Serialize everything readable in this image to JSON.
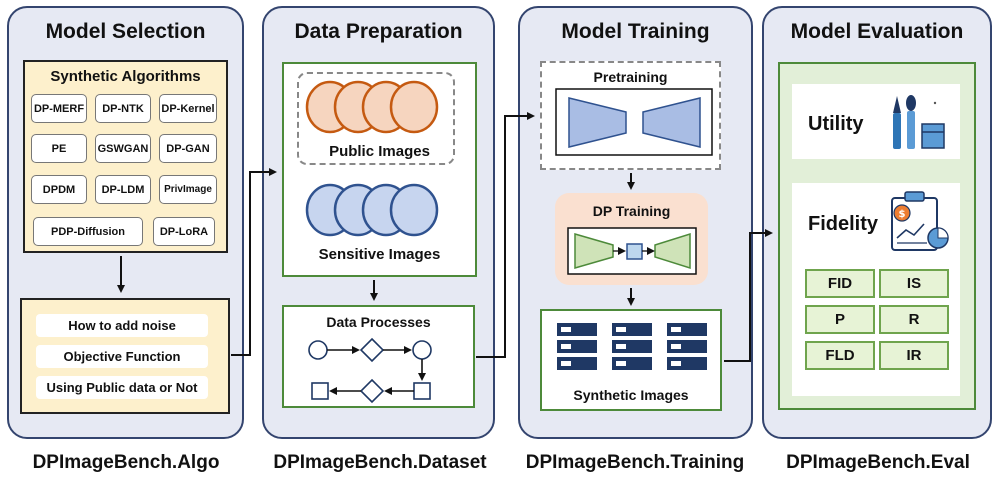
{
  "model_selection": {
    "title": "Model Selection",
    "algorithms_title": "Synthetic Algorithms",
    "algorithms": [
      "DP-MERF",
      "DP-NTK",
      "DP-Kernel",
      "PE",
      "GSWGAN",
      "DP-GAN",
      "DPDM",
      "DP-LDM",
      "PrivImage",
      "PDP-Diffusion",
      "DP-LoRA"
    ],
    "options": [
      "How to add noise",
      "Objective Function",
      "Using Public data or Not"
    ],
    "caption": "DPImageBench.Algo"
  },
  "data_preparation": {
    "title": "Data Preparation",
    "public_label": "Public Images",
    "sensitive_label": "Sensitive Images",
    "processes_title": "Data Processes",
    "caption": "DPImageBench.Dataset"
  },
  "model_training": {
    "title": "Model Training",
    "pretraining_label": "Pretraining",
    "dp_training_label": "DP Training",
    "synthetic_label": "Synthetic Images",
    "caption": "DPImageBench.Training"
  },
  "model_evaluation": {
    "title": "Model Evaluation",
    "utility_label": "Utility",
    "fidelity_label": "Fidelity",
    "metrics": [
      "FID",
      "IS",
      "P",
      "R",
      "FLD",
      "IR"
    ],
    "caption": "DPImageBench.Eval"
  },
  "colors": {
    "panel_bg": "#e6e9f3",
    "panel_border": "#34456f",
    "algorithms_bg": "#fdf0cc",
    "green_border": "#4d8a3a",
    "public_fill": "#f6d5bf",
    "public_stroke": "#c55a11",
    "sensitive_fill": "#c7d5ef",
    "sensitive_stroke": "#2f528f",
    "dp_training_bg": "#fae0d0",
    "navy": "#1f3864",
    "metric_bg": "#e7f3d6"
  }
}
